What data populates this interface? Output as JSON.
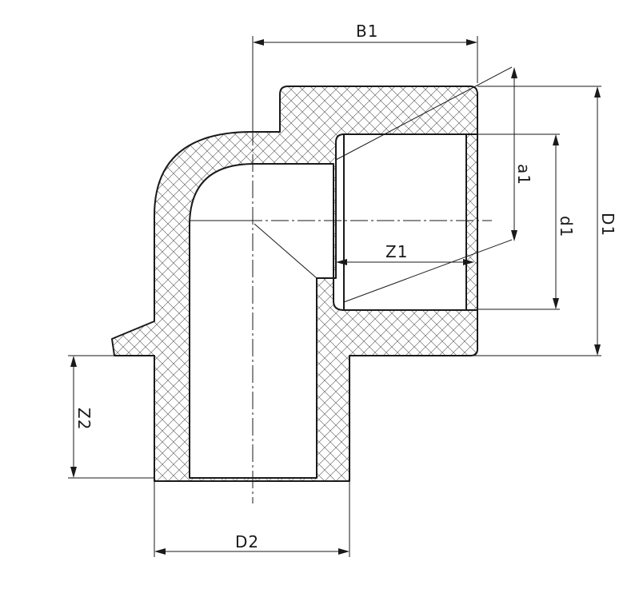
{
  "drawing": {
    "labels": {
      "b1": "B1",
      "a1": "a1",
      "d1": "d1",
      "D1": "D1",
      "Z1": "Z1",
      "Z2": "Z2",
      "D2": "D2"
    },
    "colors": {
      "line": "#1a1a1a",
      "background": "#ffffff"
    }
  }
}
